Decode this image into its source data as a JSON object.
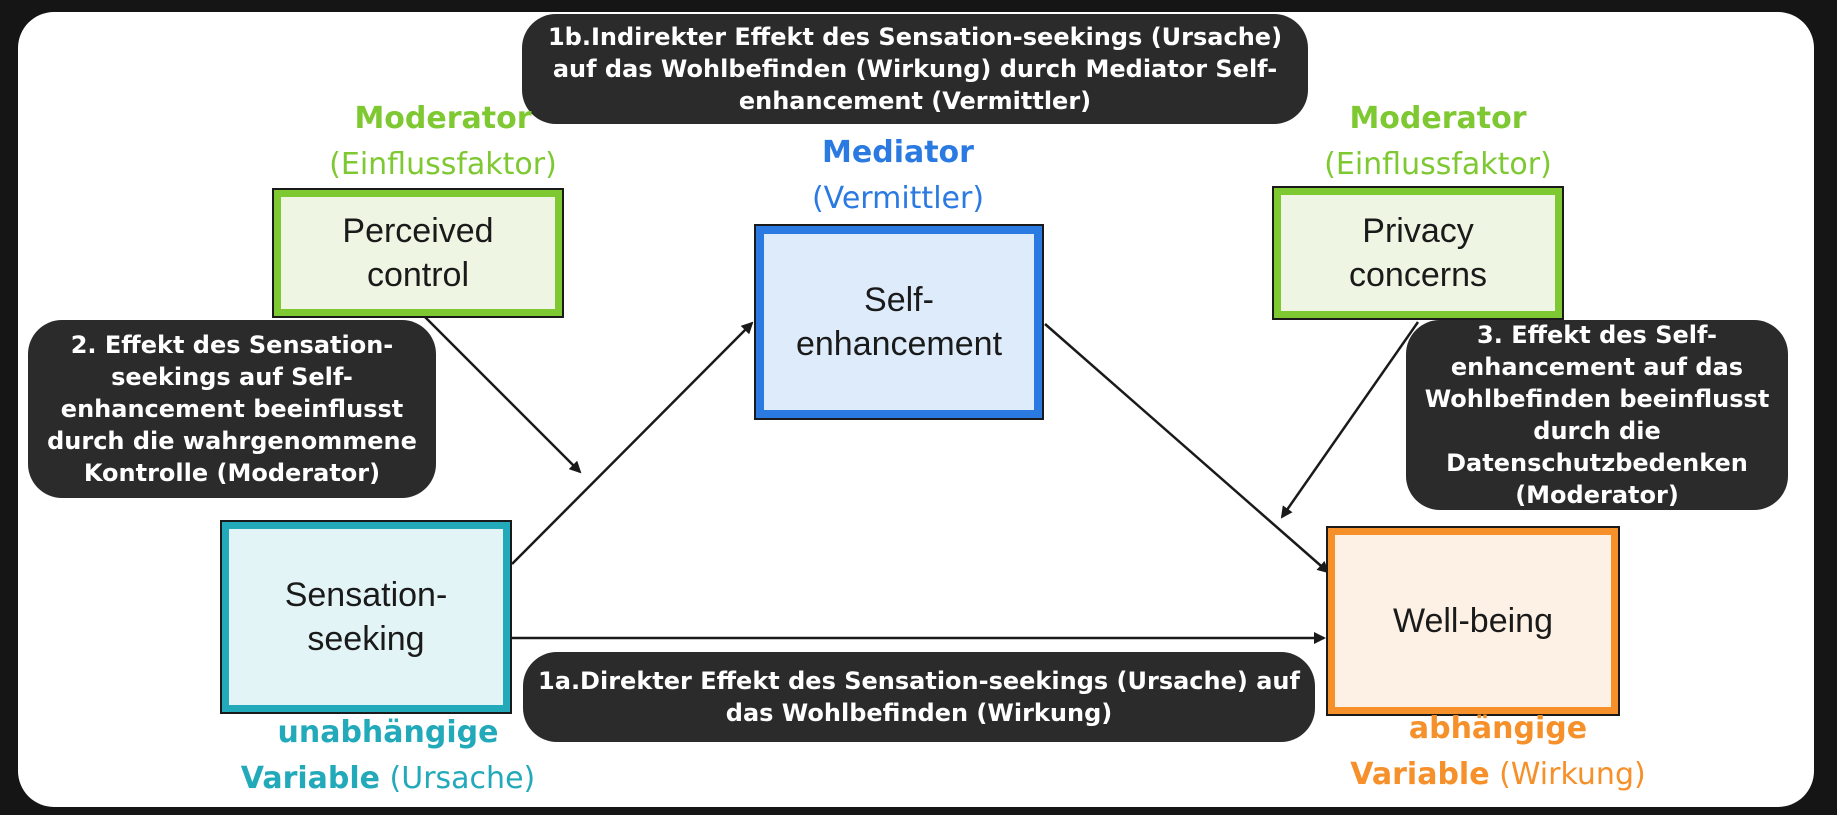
{
  "colors": {
    "moderator": "#7ec832",
    "mediator": "#2a7ae2",
    "independent": "#22a9ba",
    "dependent": "#f5902a",
    "bubble": "#2b2b2b"
  },
  "top_bubble": {
    "text": "1b.Indirekter Effekt des Sensation-seekings (Ursache) auf das Wohlbefinden (Wirkung) durch Mediator Self-enhancement (Vermittler)"
  },
  "moderator_left": {
    "title": "Moderator",
    "subtitle": "(Einflussfaktor)",
    "box_label": "Perceived\ncontrol"
  },
  "moderator_right": {
    "title": "Moderator",
    "subtitle": "(Einflussfaktor)",
    "box_label": "Privacy\nconcerns"
  },
  "mediator": {
    "title": "Mediator",
    "subtitle": "(Vermittler)",
    "box_label": "Self-\nenhancement"
  },
  "independent": {
    "box_label": "Sensation-\nseeking",
    "title_line1": "unabhängige",
    "title_line2_bold": "Variable",
    "title_line2_rest": " (Ursache)"
  },
  "dependent": {
    "box_label": "Well-being",
    "title_line1": "abhängige",
    "title_line2_bold": "Variable",
    "title_line2_rest": " (Wirkung)"
  },
  "bubble_2": {
    "text": "2. Effekt des Sensation-seekings auf Self-enhancement beeinflusst durch die wahrgenommene Kontrolle (Moderator)"
  },
  "bubble_3": {
    "text": "3. Effekt des Self-enhancement auf das Wohlbefinden beeinflusst durch die Datenschutzbedenken (Moderator)"
  },
  "bubble_1a": {
    "text": "1a.Direkter Effekt des Sensation-seekings (Ursache) auf das Wohlbefinden (Wirkung)"
  }
}
